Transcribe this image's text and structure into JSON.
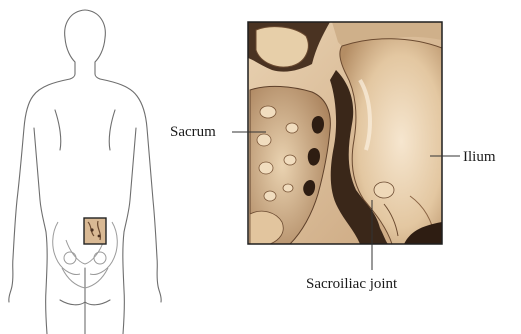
{
  "labels": {
    "sacrum": "Sacrum",
    "ilium": "Ilium",
    "sacroiliac_joint": "Sacroiliac joint"
  },
  "colors": {
    "bone_light": "#f2dfc4",
    "bone_mid": "#d8b88f",
    "bone_dark": "#8a6444",
    "shadow": "#3e2a1c",
    "outline": "#2b2b2b",
    "body_outline": "#6e6e6e",
    "leader_line": "#333333"
  },
  "icons": {
    "figure": "human-back-outline-icon",
    "zoom_box": "highlight-square-icon"
  }
}
